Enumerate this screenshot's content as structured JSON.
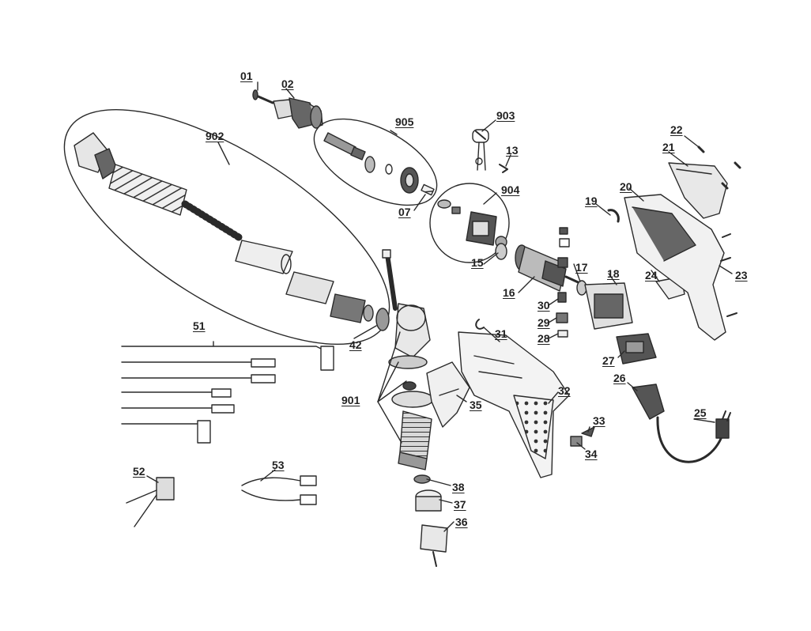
{
  "diagram": {
    "type": "exploded parts drawing",
    "line_color": "#2a2a2a",
    "fill_light": "#e8e8e8",
    "fill_mid": "#b8b8b8",
    "fill_dark": "#555555"
  },
  "part_numbers": {
    "p01": "01",
    "p02": "02",
    "p905": "905",
    "p903": "903",
    "p13": "13",
    "p902": "902",
    "p22": "22",
    "p21": "21",
    "p904": "904",
    "p20": "20",
    "p19": "19",
    "p07": "07",
    "p15": "15",
    "p17": "17",
    "p18": "18",
    "p24": "24",
    "p23": "23",
    "p16": "16",
    "p30": "30",
    "p29": "29",
    "p28": "28",
    "p51": "51",
    "p42": "42",
    "p31": "31",
    "p27": "27",
    "p26": "26",
    "p32": "32",
    "p901": "901",
    "p35": "35",
    "p25": "25",
    "p33": "33",
    "p34": "34",
    "p52": "52",
    "p53": "53",
    "p38": "38",
    "p37": "37",
    "p36": "36"
  }
}
